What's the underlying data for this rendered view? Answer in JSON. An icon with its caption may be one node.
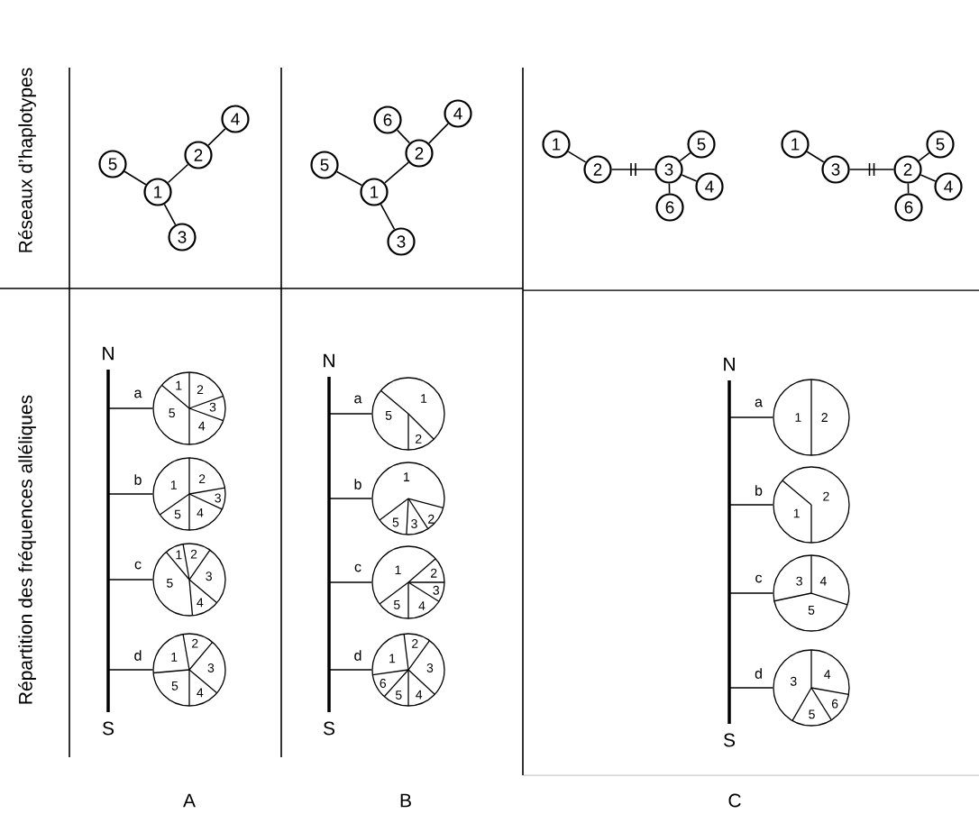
{
  "diagram": {
    "nodes": [
      {
        "text": [
          "4"
        ]
      },
      {
        "text": [
          "2"
        ]
      },
      {
        "text": [
          "5"
        ]
      },
      {
        "text": [
          "1"
        ]
      },
      {
        "text": [
          "3"
        ]
      },
      {
        "text": [
          "4"
        ]
      },
      {
        "text": [
          "6"
        ]
      },
      {
        "text": [
          "2"
        ]
      },
      {
        "text": [
          "5"
        ]
      },
      {
        "text": [
          "1"
        ]
      },
      {
        "text": [
          "3"
        ]
      },
      {
        "text": [
          "1"
        ]
      },
      {
        "text": [
          "2"
        ]
      },
      {
        "text": [
          "3"
        ]
      },
      {
        "text": [
          "5"
        ]
      },
      {
        "text": [
          "4"
        ]
      },
      {
        "text": [
          "6"
        ]
      },
      {
        "text": [
          "1"
        ]
      },
      {
        "text": [
          "3"
        ]
      },
      {
        "text": [
          "2"
        ]
      },
      {
        "text": [
          "5"
        ]
      },
      {
        "text": [
          "4"
        ]
      },
      {
        "text": [
          "6"
        ]
      },
      {
        "text": [],
        "shape": "bar",
        "beside": [
          "N",
          "S"
        ]
      },
      {
        "text": [
          "1",
          "2",
          "3",
          "5",
          "4"
        ]
      },
      {
        "text": [
          "2",
          "1",
          "3",
          "5",
          "4"
        ]
      },
      {
        "text": [
          "1",
          "2",
          "3",
          "5",
          "4"
        ]
      },
      {
        "text": [
          "2",
          "1",
          "3",
          "5",
          "4"
        ]
      },
      {
        "text": [],
        "shape": "bar",
        "beside": [
          "N",
          "S"
        ]
      },
      {
        "text": [
          "1",
          "5",
          "2"
        ]
      },
      {
        "text": [
          "1",
          "5",
          "3",
          "2"
        ]
      },
      {
        "text": [
          "1",
          "2",
          "3",
          "5",
          "4"
        ]
      },
      {
        "text": [
          "2",
          "1",
          "3",
          "6",
          "5",
          "4"
        ]
      },
      {
        "text": [],
        "shape": "bar",
        "beside": [
          "N",
          "S"
        ]
      },
      {
        "text": [
          "1",
          "2"
        ]
      },
      {
        "text": [
          "2",
          "1"
        ]
      },
      {
        "text": [
          "3",
          "4",
          "5"
        ]
      },
      {
        "text": [
          "4",
          "3",
          "6",
          "5"
        ]
      }
    ],
    "edges": [
      {
        "from": 2,
        "to": 3,
        "arrow": "none"
      },
      {
        "from": 3,
        "to": 1,
        "arrow": "none"
      },
      {
        "from": 1,
        "to": 0,
        "arrow": "none"
      },
      {
        "from": 3,
        "to": 4,
        "arrow": "none"
      },
      {
        "from": 8,
        "to": 9,
        "arrow": "none"
      },
      {
        "from": 9,
        "to": 7,
        "arrow": "none"
      },
      {
        "from": 7,
        "to": 6,
        "arrow": "none"
      },
      {
        "from": 7,
        "to": 5,
        "arrow": "none"
      },
      {
        "from": 9,
        "to": 10,
        "arrow": "none"
      },
      {
        "from": 11,
        "to": 12,
        "arrow": "none"
      },
      {
        "from": 12,
        "to": 13,
        "arrow": "none"
      },
      {
        "from": 13,
        "to": 14,
        "arrow": "none"
      },
      {
        "from": 13,
        "to": 15,
        "arrow": "none"
      },
      {
        "from": 13,
        "to": 16,
        "arrow": "none"
      },
      {
        "from": 17,
        "to": 18,
        "arrow": "none"
      },
      {
        "from": 18,
        "to": 19,
        "arrow": "none"
      },
      {
        "from": 19,
        "to": 20,
        "arrow": "none"
      },
      {
        "from": 19,
        "to": 21,
        "arrow": "none"
      },
      {
        "from": 19,
        "to": 22,
        "arrow": "none"
      },
      {
        "from": 23,
        "to": 24,
        "arrow": "none",
        "label": "a"
      },
      {
        "from": 23,
        "to": 25,
        "arrow": "none",
        "label": "b"
      },
      {
        "from": 23,
        "to": 26,
        "arrow": "none",
        "label": "c"
      },
      {
        "from": 23,
        "to": 27,
        "arrow": "none",
        "label": "d"
      },
      {
        "from": 28,
        "to": 29,
        "arrow": "none",
        "label": "a"
      },
      {
        "from": 28,
        "to": 30,
        "arrow": "none",
        "label": "b"
      },
      {
        "from": 28,
        "to": 31,
        "arrow": "none",
        "label": "c"
      },
      {
        "from": 28,
        "to": 32,
        "arrow": "none",
        "label": "d"
      },
      {
        "from": 33,
        "to": 34,
        "arrow": "none",
        "label": "a"
      },
      {
        "from": 33,
        "to": 35,
        "arrow": "none",
        "label": "b"
      },
      {
        "from": 33,
        "to": 36,
        "arrow": "none",
        "label": "c"
      },
      {
        "from": 33,
        "to": 37,
        "arrow": "none",
        "label": "d"
      }
    ],
    "labels": [
      "Réseaux d’haplotypes",
      "Répartition des fréquences alléliques",
      "A",
      "B",
      "C"
    ]
  }
}
